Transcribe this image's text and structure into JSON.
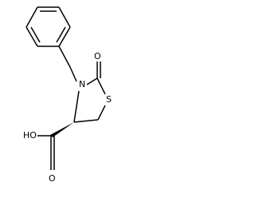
{
  "molecule": {
    "atom_labels": {
      "nitrogen": "N",
      "sulfur": "S",
      "carbonyl_oxygen": "O",
      "acid_oxygen": "O",
      "hydroxyl": "HO"
    },
    "stereo": {
      "c4_bond": "wedge"
    }
  },
  "colors": {
    "bond": "#000000",
    "background": "#ffffff"
  }
}
